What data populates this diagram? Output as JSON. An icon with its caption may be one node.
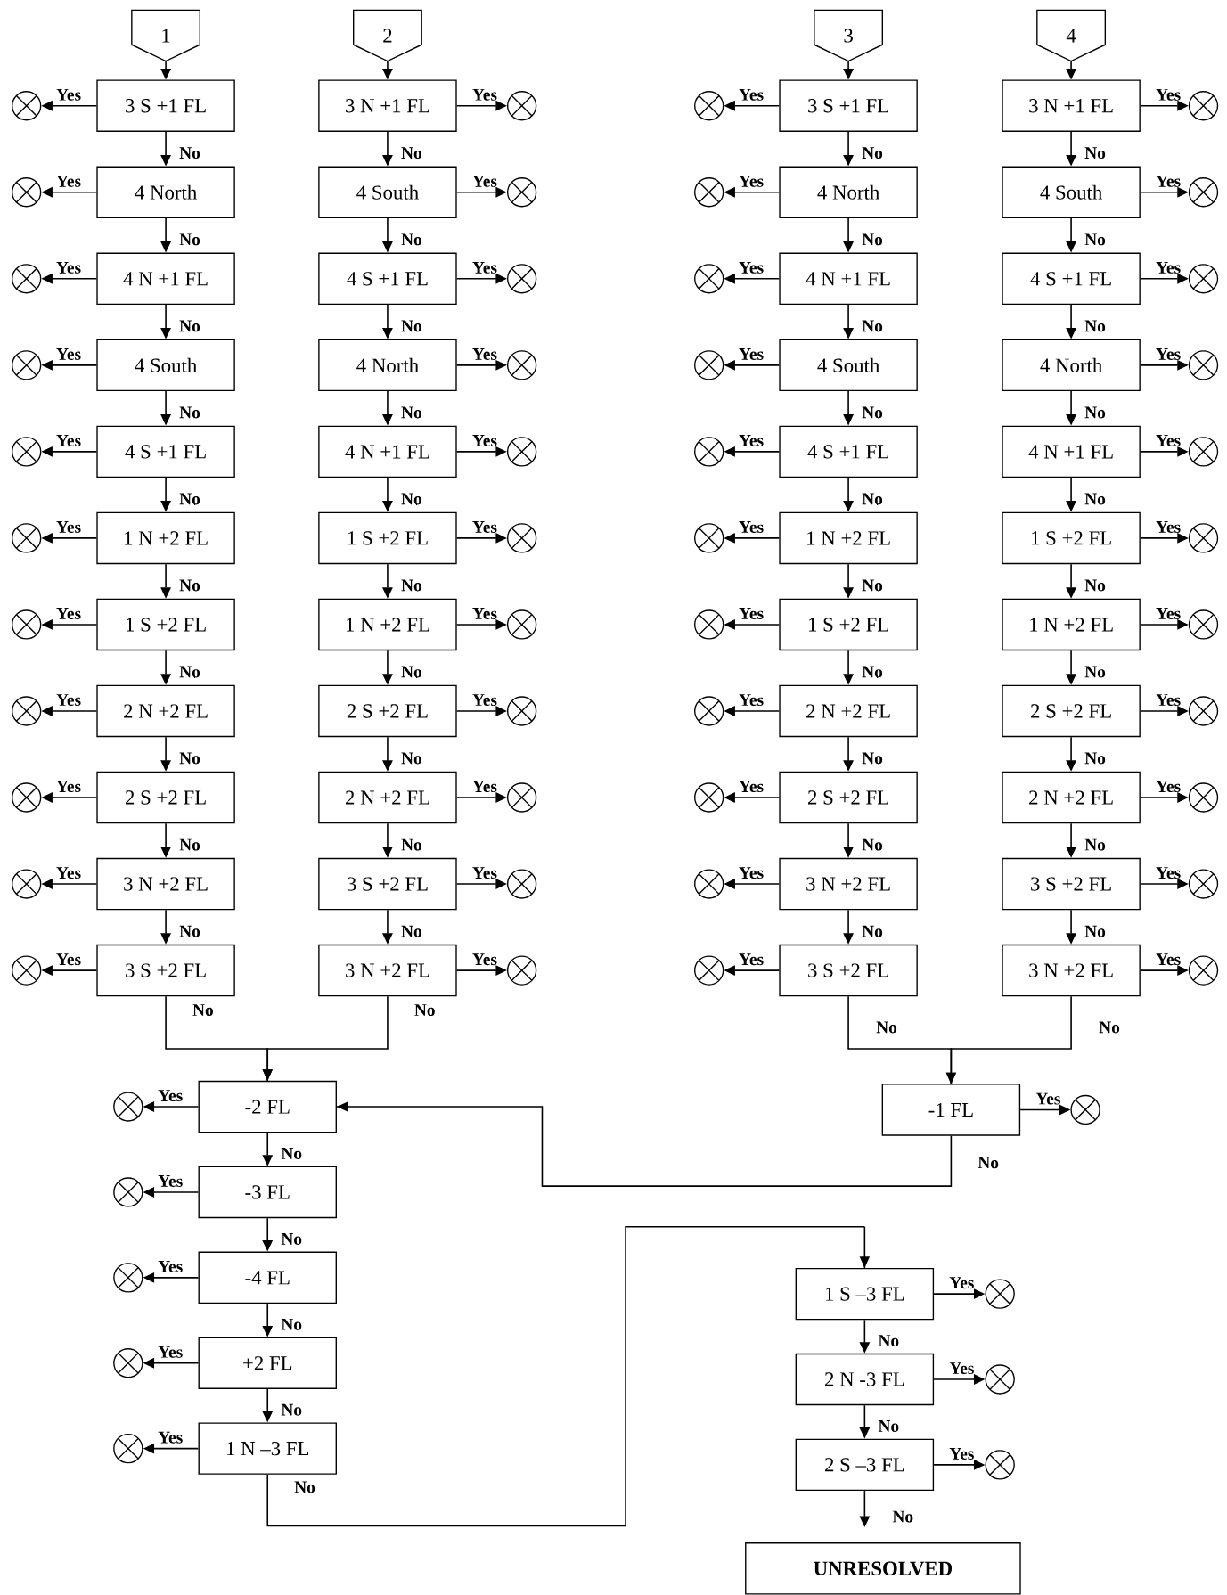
{
  "diagram": {
    "nodes": [
      {
        "text": [
          "1"
        ]
      },
      {
        "text": [
          "2"
        ]
      },
      {
        "text": [
          "3"
        ]
      },
      {
        "text": [
          "4"
        ]
      },
      {
        "text": [
          "3 S +1 FL"
        ]
      },
      {
        "text": [
          "4 North"
        ]
      },
      {
        "text": [
          "4 N +1 FL"
        ]
      },
      {
        "text": [
          "4 South"
        ]
      },
      {
        "text": [
          "4 S +1 FL"
        ]
      },
      {
        "text": [
          "1 N +2 FL"
        ]
      },
      {
        "text": [
          "1 S +2 FL"
        ]
      },
      {
        "text": [
          "2 N +2 FL"
        ]
      },
      {
        "text": [
          "2 S +2 FL"
        ]
      },
      {
        "text": [
          "3 N +2 FL"
        ]
      },
      {
        "text": [
          "3 S +2 FL"
        ]
      },
      {
        "text": [
          "3 N +1 FL"
        ]
      },
      {
        "text": [
          "4 South"
        ]
      },
      {
        "text": [
          "4 S +1 FL"
        ]
      },
      {
        "text": [
          "4 North"
        ]
      },
      {
        "text": [
          "4 N +1 FL"
        ]
      },
      {
        "text": [
          "1 S +2 FL"
        ]
      },
      {
        "text": [
          "1 N +2 FL"
        ]
      },
      {
        "text": [
          "2 S +2 FL"
        ]
      },
      {
        "text": [
          "2 N +2 FL"
        ]
      },
      {
        "text": [
          "3 S +2 FL"
        ]
      },
      {
        "text": [
          "3 N +2 FL"
        ]
      },
      {
        "text": [
          "3 S +1 FL"
        ]
      },
      {
        "text": [
          "4 North"
        ]
      },
      {
        "text": [
          "4 N +1 FL"
        ]
      },
      {
        "text": [
          "4 South"
        ]
      },
      {
        "text": [
          "4 S +1 FL"
        ]
      },
      {
        "text": [
          "1 N +2 FL"
        ]
      },
      {
        "text": [
          "1 S +2 FL"
        ]
      },
      {
        "text": [
          "2 N +2 FL"
        ]
      },
      {
        "text": [
          "2 S +2 FL"
        ]
      },
      {
        "text": [
          "3 N +2 FL"
        ]
      },
      {
        "text": [
          "3 S +2 FL"
        ]
      },
      {
        "text": [
          "3 N +1 FL"
        ]
      },
      {
        "text": [
          "4 South"
        ]
      },
      {
        "text": [
          "4 S +1 FL"
        ]
      },
      {
        "text": [
          "4 North"
        ]
      },
      {
        "text": [
          "4 N +1 FL"
        ]
      },
      {
        "text": [
          "1 S +2 FL"
        ]
      },
      {
        "text": [
          "1 N +2 FL"
        ]
      },
      {
        "text": [
          "2 S +2 FL"
        ]
      },
      {
        "text": [
          "2 N +2 FL"
        ]
      },
      {
        "text": [
          "3 S +2 FL"
        ]
      },
      {
        "text": [
          "3 N +2 FL"
        ]
      },
      {
        "text": [],
        "shape": "circle"
      },
      {
        "text": [],
        "shape": "circle"
      },
      {
        "text": [],
        "shape": "circle"
      },
      {
        "text": [],
        "shape": "circle"
      },
      {
        "text": [],
        "shape": "circle"
      },
      {
        "text": [],
        "shape": "circle"
      },
      {
        "text": [],
        "shape": "circle"
      },
      {
        "text": [],
        "shape": "circle"
      },
      {
        "text": [],
        "shape": "circle"
      },
      {
        "text": [],
        "shape": "circle"
      },
      {
        "text": [],
        "shape": "circle"
      },
      {
        "text": [],
        "shape": "circle"
      },
      {
        "text": [],
        "shape": "circle"
      },
      {
        "text": [],
        "shape": "circle"
      },
      {
        "text": [],
        "shape": "circle"
      },
      {
        "text": [],
        "shape": "circle"
      },
      {
        "text": [],
        "shape": "circle"
      },
      {
        "text": [],
        "shape": "circle"
      },
      {
        "text": [],
        "shape": "circle"
      },
      {
        "text": [],
        "shape": "circle"
      },
      {
        "text": [],
        "shape": "circle"
      },
      {
        "text": [],
        "shape": "circle"
      },
      {
        "text": [],
        "shape": "circle"
      },
      {
        "text": [],
        "shape": "circle"
      },
      {
        "text": [],
        "shape": "circle"
      },
      {
        "text": [],
        "shape": "circle"
      },
      {
        "text": [],
        "shape": "circle"
      },
      {
        "text": [],
        "shape": "circle"
      },
      {
        "text": [],
        "shape": "circle"
      },
      {
        "text": [],
        "shape": "circle"
      },
      {
        "text": [],
        "shape": "circle"
      },
      {
        "text": [],
        "shape": "circle"
      },
      {
        "text": [],
        "shape": "circle"
      },
      {
        "text": [],
        "shape": "circle"
      },
      {
        "text": [],
        "shape": "circle"
      },
      {
        "text": [],
        "shape": "circle"
      },
      {
        "text": [],
        "shape": "circle"
      },
      {
        "text": [],
        "shape": "circle"
      },
      {
        "text": [],
        "shape": "circle"
      },
      {
        "text": [],
        "shape": "circle"
      },
      {
        "text": [],
        "shape": "circle"
      },
      {
        "text": [],
        "shape": "circle"
      },
      {
        "text": [],
        "shape": "circle"
      },
      {
        "text": [],
        "shape": "circle"
      },
      {
        "text": [
          "-2 FL"
        ]
      },
      {
        "text": [
          "-3 FL"
        ]
      },
      {
        "text": [
          "-4 FL"
        ]
      },
      {
        "text": [
          "+2 FL"
        ]
      },
      {
        "text": [
          "1 N –3 FL"
        ]
      },
      {
        "text": [],
        "shape": "circle"
      },
      {
        "text": [],
        "shape": "circle"
      },
      {
        "text": [],
        "shape": "circle"
      },
      {
        "text": [],
        "shape": "circle"
      },
      {
        "text": [],
        "shape": "circle"
      },
      {
        "text": [
          "-1 FL"
        ]
      },
      {
        "text": [],
        "shape": "circle"
      },
      {
        "text": [
          "1 S –3 FL"
        ]
      },
      {
        "text": [
          "2 N -3 FL"
        ]
      },
      {
        "text": [
          "2 S –3 FL"
        ]
      },
      {
        "text": [],
        "shape": "circle"
      },
      {
        "text": [],
        "shape": "circle"
      },
      {
        "text": [],
        "shape": "circle"
      },
      {
        "text": [
          "UNRESOLVED"
        ]
      }
    ],
    "edges": [
      {
        "from": 0,
        "to": 4,
        "arrow": "to"
      },
      {
        "from": 1,
        "to": 15,
        "arrow": "to"
      },
      {
        "from": 2,
        "to": 26,
        "arrow": "to"
      },
      {
        "from": 3,
        "to": 37,
        "arrow": "to"
      },
      {
        "from": 4,
        "to": 48,
        "arrow": "to",
        "label": "Yes"
      },
      {
        "from": 4,
        "to": 5,
        "arrow": "to",
        "label": "No"
      },
      {
        "from": 5,
        "to": 49,
        "arrow": "to",
        "label": "Yes"
      },
      {
        "from": 5,
        "to": 6,
        "arrow": "to",
        "label": "No"
      },
      {
        "from": 6,
        "to": 50,
        "arrow": "to",
        "label": "Yes"
      },
      {
        "from": 6,
        "to": 7,
        "arrow": "to",
        "label": "No"
      },
      {
        "from": 7,
        "to": 51,
        "arrow": "to",
        "label": "Yes"
      },
      {
        "from": 7,
        "to": 8,
        "arrow": "to",
        "label": "No"
      },
      {
        "from": 8,
        "to": 52,
        "arrow": "to",
        "label": "Yes"
      },
      {
        "from": 8,
        "to": 9,
        "arrow": "to",
        "label": "No"
      },
      {
        "from": 9,
        "to": 53,
        "arrow": "to",
        "label": "Yes"
      },
      {
        "from": 9,
        "to": 10,
        "arrow": "to",
        "label": "No"
      },
      {
        "from": 10,
        "to": 54,
        "arrow": "to",
        "label": "Yes"
      },
      {
        "from": 10,
        "to": 11,
        "arrow": "to",
        "label": "No"
      },
      {
        "from": 11,
        "to": 55,
        "arrow": "to",
        "label": "Yes"
      },
      {
        "from": 11,
        "to": 12,
        "arrow": "to",
        "label": "No"
      },
      {
        "from": 12,
        "to": 56,
        "arrow": "to",
        "label": "Yes"
      },
      {
        "from": 12,
        "to": 13,
        "arrow": "to",
        "label": "No"
      },
      {
        "from": 13,
        "to": 57,
        "arrow": "to",
        "label": "Yes"
      },
      {
        "from": 13,
        "to": 14,
        "arrow": "to",
        "label": "No"
      },
      {
        "from": 14,
        "to": 58,
        "arrow": "to",
        "label": "Yes"
      },
      {
        "from": 15,
        "to": 59,
        "arrow": "to",
        "label": "Yes"
      },
      {
        "from": 15,
        "to": 16,
        "arrow": "to",
        "label": "No"
      },
      {
        "from": 16,
        "to": 60,
        "arrow": "to",
        "label": "Yes"
      },
      {
        "from": 16,
        "to": 17,
        "arrow": "to",
        "label": "No"
      },
      {
        "from": 17,
        "to": 61,
        "arrow": "to",
        "label": "Yes"
      },
      {
        "from": 17,
        "to": 18,
        "arrow": "to",
        "label": "No"
      },
      {
        "from": 18,
        "to": 62,
        "arrow": "to",
        "label": "Yes"
      },
      {
        "from": 18,
        "to": 19,
        "arrow": "to",
        "label": "No"
      },
      {
        "from": 19,
        "to": 63,
        "arrow": "to",
        "label": "Yes"
      },
      {
        "from": 19,
        "to": 20,
        "arrow": "to",
        "label": "No"
      },
      {
        "from": 20,
        "to": 64,
        "arrow": "to",
        "label": "Yes"
      },
      {
        "from": 20,
        "to": 21,
        "arrow": "to",
        "label": "No"
      },
      {
        "from": 21,
        "to": 65,
        "arrow": "to",
        "label": "Yes"
      },
      {
        "from": 21,
        "to": 22,
        "arrow": "to",
        "label": "No"
      },
      {
        "from": 22,
        "to": 66,
        "arrow": "to",
        "label": "Yes"
      },
      {
        "from": 22,
        "to": 23,
        "arrow": "to",
        "label": "No"
      },
      {
        "from": 23,
        "to": 67,
        "arrow": "to",
        "label": "Yes"
      },
      {
        "from": 23,
        "to": 24,
        "arrow": "to",
        "label": "No"
      },
      {
        "from": 24,
        "to": 68,
        "arrow": "to",
        "label": "Yes"
      },
      {
        "from": 24,
        "to": 25,
        "arrow": "to",
        "label": "No"
      },
      {
        "from": 25,
        "to": 69,
        "arrow": "to",
        "label": "Yes"
      },
      {
        "from": 26,
        "to": 70,
        "arrow": "to",
        "label": "Yes"
      },
      {
        "from": 26,
        "to": 27,
        "arrow": "to",
        "label": "No"
      },
      {
        "from": 27,
        "to": 71,
        "arrow": "to",
        "label": "Yes"
      },
      {
        "from": 27,
        "to": 28,
        "arrow": "to",
        "label": "No"
      },
      {
        "from": 28,
        "to": 72,
        "arrow": "to",
        "label": "Yes"
      },
      {
        "from": 28,
        "to": 29,
        "arrow": "to",
        "label": "No"
      },
      {
        "from": 29,
        "to": 73,
        "arrow": "to",
        "label": "Yes"
      },
      {
        "from": 29,
        "to": 30,
        "arrow": "to",
        "label": "No"
      },
      {
        "from": 30,
        "to": 74,
        "arrow": "to",
        "label": "Yes"
      },
      {
        "from": 30,
        "to": 31,
        "arrow": "to",
        "label": "No"
      },
      {
        "from": 31,
        "to": 75,
        "arrow": "to",
        "label": "Yes"
      },
      {
        "from": 31,
        "to": 32,
        "arrow": "to",
        "label": "No"
      },
      {
        "from": 32,
        "to": 76,
        "arrow": "to",
        "label": "Yes"
      },
      {
        "from": 32,
        "to": 33,
        "arrow": "to",
        "label": "No"
      },
      {
        "from": 33,
        "to": 77,
        "arrow": "to",
        "label": "Yes"
      },
      {
        "from": 33,
        "to": 34,
        "arrow": "to",
        "label": "No"
      },
      {
        "from": 34,
        "to": 78,
        "arrow": "to",
        "label": "Yes"
      },
      {
        "from": 34,
        "to": 35,
        "arrow": "to",
        "label": "No"
      },
      {
        "from": 35,
        "to": 79,
        "arrow": "to",
        "label": "Yes"
      },
      {
        "from": 35,
        "to": 36,
        "arrow": "to",
        "label": "No"
      },
      {
        "from": 36,
        "to": 80,
        "arrow": "to",
        "label": "Yes"
      },
      {
        "from": 37,
        "to": 81,
        "arrow": "to",
        "label": "Yes"
      },
      {
        "from": 37,
        "to": 38,
        "arrow": "to",
        "label": "No"
      },
      {
        "from": 38,
        "to": 82,
        "arrow": "to",
        "label": "Yes"
      },
      {
        "from": 38,
        "to": 39,
        "arrow": "to",
        "label": "No"
      },
      {
        "from": 39,
        "to": 83,
        "arrow": "to",
        "label": "Yes"
      },
      {
        "from": 39,
        "to": 40,
        "arrow": "to",
        "label": "No"
      },
      {
        "from": 40,
        "to": 84,
        "arrow": "to",
        "label": "Yes"
      },
      {
        "from": 40,
        "to": 41,
        "arrow": "to",
        "label": "No"
      },
      {
        "from": 41,
        "to": 85,
        "arrow": "to",
        "label": "Yes"
      },
      {
        "from": 41,
        "to": 42,
        "arrow": "to",
        "label": "No"
      },
      {
        "from": 42,
        "to": 86,
        "arrow": "to",
        "label": "Yes"
      },
      {
        "from": 42,
        "to": 43,
        "arrow": "to",
        "label": "No"
      },
      {
        "from": 43,
        "to": 87,
        "arrow": "to",
        "label": "Yes"
      },
      {
        "from": 43,
        "to": 44,
        "arrow": "to",
        "label": "No"
      },
      {
        "from": 44,
        "to": 88,
        "arrow": "to",
        "label": "Yes"
      },
      {
        "from": 44,
        "to": 45,
        "arrow": "to",
        "label": "No"
      },
      {
        "from": 45,
        "to": 89,
        "arrow": "to",
        "label": "Yes"
      },
      {
        "from": 45,
        "to": 46,
        "arrow": "to",
        "label": "No"
      },
      {
        "from": 46,
        "to": 90,
        "arrow": "to",
        "label": "Yes"
      },
      {
        "from": 46,
        "to": 47,
        "arrow": "to",
        "label": "No"
      },
      {
        "from": 47,
        "to": 91,
        "arrow": "to",
        "label": "Yes"
      },
      {
        "from": 14,
        "to": 92,
        "arrow": "to",
        "label": "No"
      },
      {
        "from": 25,
        "to": 92,
        "arrow": "to",
        "label": "No"
      },
      {
        "from": 36,
        "to": 102,
        "arrow": "to",
        "label": "No"
      },
      {
        "from": 47,
        "to": 102,
        "arrow": "to",
        "label": "No"
      },
      {
        "from": 102,
        "to": 103,
        "arrow": "to",
        "label": "Yes"
      },
      {
        "from": 102,
        "to": 92,
        "arrow": "to",
        "label": "No"
      },
      {
        "from": 92,
        "to": 97,
        "arrow": "to",
        "label": "Yes"
      },
      {
        "from": 92,
        "to": 93,
        "arrow": "to",
        "label": "No"
      },
      {
        "from": 93,
        "to": 98,
        "arrow": "to",
        "label": "Yes"
      },
      {
        "from": 93,
        "to": 94,
        "arrow": "to",
        "label": "No"
      },
      {
        "from": 94,
        "to": 99,
        "arrow": "to",
        "label": "Yes"
      },
      {
        "from": 94,
        "to": 95,
        "arrow": "to",
        "label": "No"
      },
      {
        "from": 95,
        "to": 100,
        "arrow": "to",
        "label": "Yes"
      },
      {
        "from": 95,
        "to": 96,
        "arrow": "to",
        "label": "No"
      },
      {
        "from": 96,
        "to": 101,
        "arrow": "to",
        "label": "Yes"
      },
      {
        "from": 96,
        "to": 104,
        "arrow": "to",
        "label": "No"
      },
      {
        "from": 104,
        "to": 107,
        "arrow": "to",
        "label": "Yes"
      },
      {
        "from": 104,
        "to": 105,
        "arrow": "to",
        "label": "No"
      },
      {
        "from": 105,
        "to": 108,
        "arrow": "to",
        "label": "Yes"
      },
      {
        "from": 105,
        "to": 106,
        "arrow": "to",
        "label": "No"
      },
      {
        "from": 106,
        "to": 109,
        "arrow": "to",
        "label": "Yes"
      },
      {
        "from": 106,
        "to": 110,
        "arrow": "to",
        "label": "No"
      }
    ]
  }
}
